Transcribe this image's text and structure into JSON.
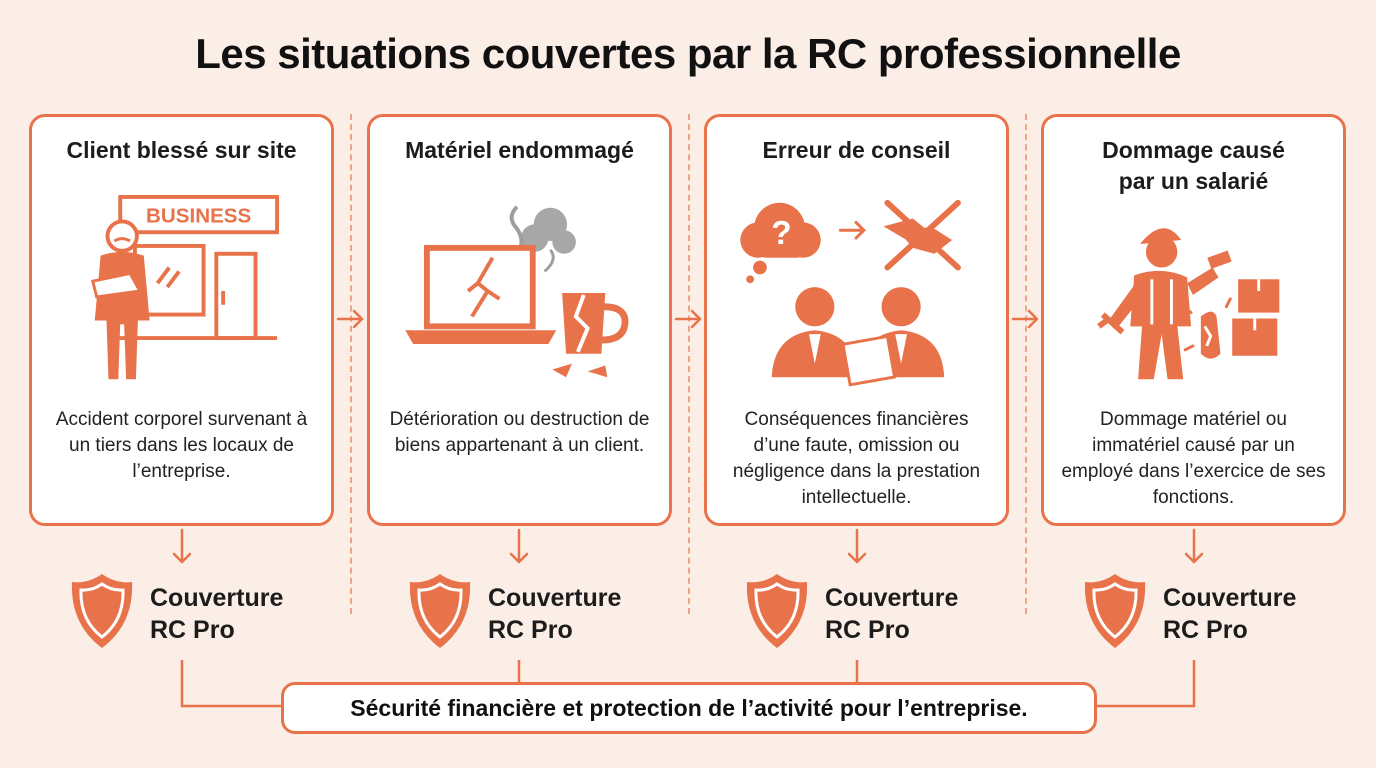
{
  "title": "Les situations couvertes par la RC professionnelle",
  "colors": {
    "accent": "#e8734a",
    "background": "#fbeee6",
    "card": "#ffffff",
    "smoke": "#9e9e9e"
  },
  "cards": [
    {
      "title": "Client blessé sur site",
      "illustration": "injured-client-at-business-icon",
      "sign": "BUSINESS",
      "description": "Accident corporel survenant à un tiers dans les locaux de l’entreprise."
    },
    {
      "title": "Matériel endommagé",
      "illustration": "broken-laptop-and-mug-icon",
      "description": "Détérioration ou destruction de biens appartenant à un client."
    },
    {
      "title": "Erreur de conseil",
      "illustration": "bad-advice-meeting-icon",
      "symbol": "?",
      "description": "Conséquences financières d’une faute, omission ou négligence dans la prestation intellectuelle."
    },
    {
      "title": "Dommage causé par un salarié",
      "illustration": "worker-breaking-items-icon",
      "description": "Dommage matériel ou immatériel causé par un employé dans l’exercice de ses fonctions."
    }
  ],
  "coverage": {
    "label": "Couverture RC Pro",
    "icon": "shield-icon"
  },
  "summary": "Sécurité financière et protection de l’activité pour l’entreprise."
}
